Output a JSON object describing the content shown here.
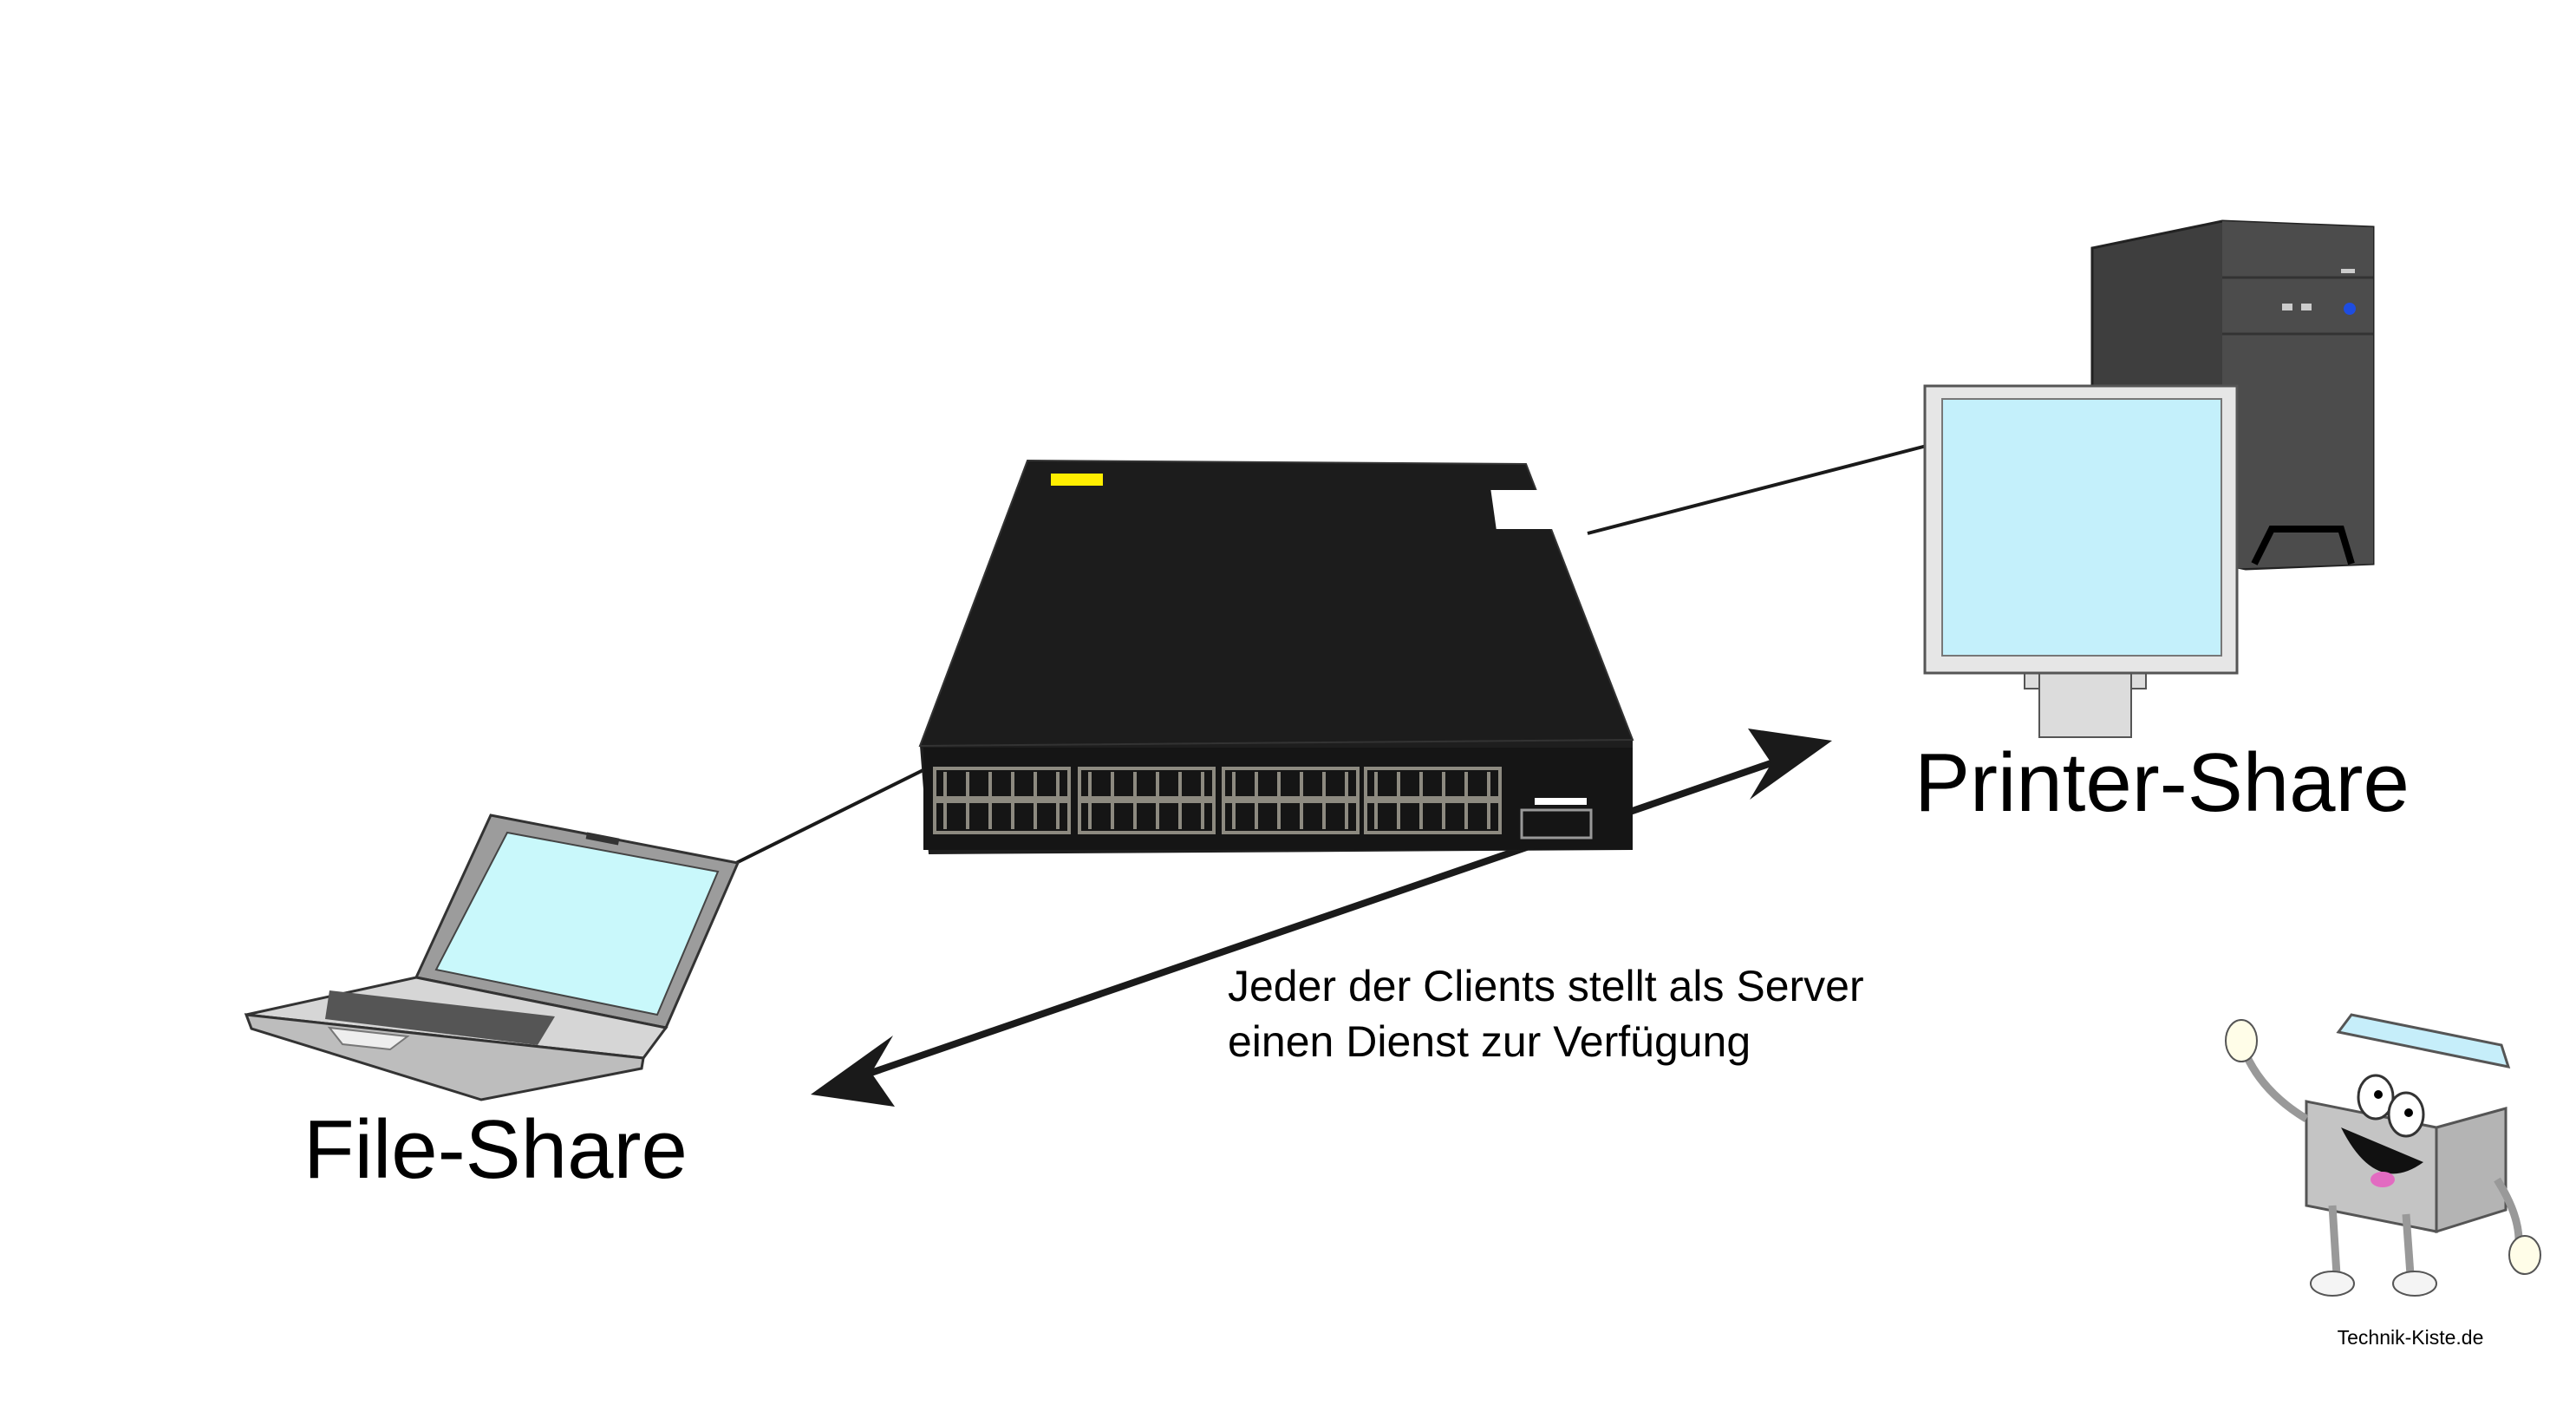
{
  "labels": {
    "printer_share": "Printer-Share",
    "file_share": "File-Share",
    "description_line1": "Jeder der Clients stellt als Server",
    "description_line2": "einen Dienst zur Verfügung",
    "logo_text": "Technik-Kiste.de"
  },
  "nodes": [
    {
      "id": "switch",
      "icon": "network-switch-icon"
    },
    {
      "id": "laptop",
      "icon": "laptop-icon"
    },
    {
      "id": "desktop",
      "icon": "desktop-pc-icon"
    }
  ],
  "colors": {
    "switch_body": "#1e1e1e",
    "screen": "#c4f0fb",
    "laptop_screen": "#c9f8fb",
    "tower": "#4a4a4a",
    "monitor_frame": "#e6e6e6",
    "line": "#1a1a1a"
  }
}
